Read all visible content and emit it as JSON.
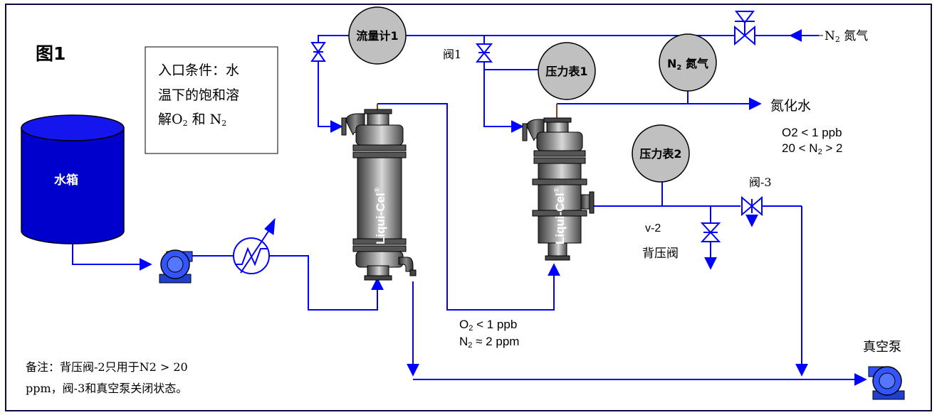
{
  "figure_label": "图1",
  "inlet_note": {
    "line1": "入口条件：水",
    "line2": "温下的饱和溶",
    "line3_prefix": "解O",
    "line3_sub": "2",
    "line3_mid": " 和 N",
    "line3_sub2": "2"
  },
  "tank": {
    "label": "水箱"
  },
  "flowmeter": {
    "label": "流量计1"
  },
  "valve1": {
    "label": "阀1"
  },
  "gauge1": {
    "label": "压力表1"
  },
  "n2_gauge": {
    "prefix": "N",
    "sub": "2",
    "suffix": " 氮气"
  },
  "n2_supply": {
    "prefix": "N",
    "sub": "2",
    "suffix": " 氮气"
  },
  "output": {
    "label": "氮化水",
    "spec1": "O2 < 1 ppb",
    "spec2_prefix": "20 < N",
    "spec2_sub": "2",
    "spec2_suffix": " > 2"
  },
  "gauge2": {
    "label": "压力表2"
  },
  "valve3": {
    "label": "阀-3"
  },
  "backpressure": {
    "tag": "v-2",
    "label": "背压阀"
  },
  "membrane": {
    "brand": "Liqui-Cel",
    "reg": "®"
  },
  "mid_spec": {
    "line1_prefix": "O",
    "line1_sub": "2",
    "line1_suffix": " < 1 ppb",
    "line2_prefix": "N",
    "line2_sub": "2",
    "line2_suffix": " ≈ 2 ppm"
  },
  "vacuum_pump": {
    "label": "真空泵"
  },
  "footnote": {
    "line1": "备注：背压阀-2只用于N2 > 20",
    "line2": "ppm，阀-3和真空泵关闭状态。"
  },
  "colors": {
    "line": "#0000ff",
    "tank": "#0000cc",
    "gauge": "#c0c0c0",
    "pump": "#3355ff",
    "border": "#0a0a40"
  }
}
